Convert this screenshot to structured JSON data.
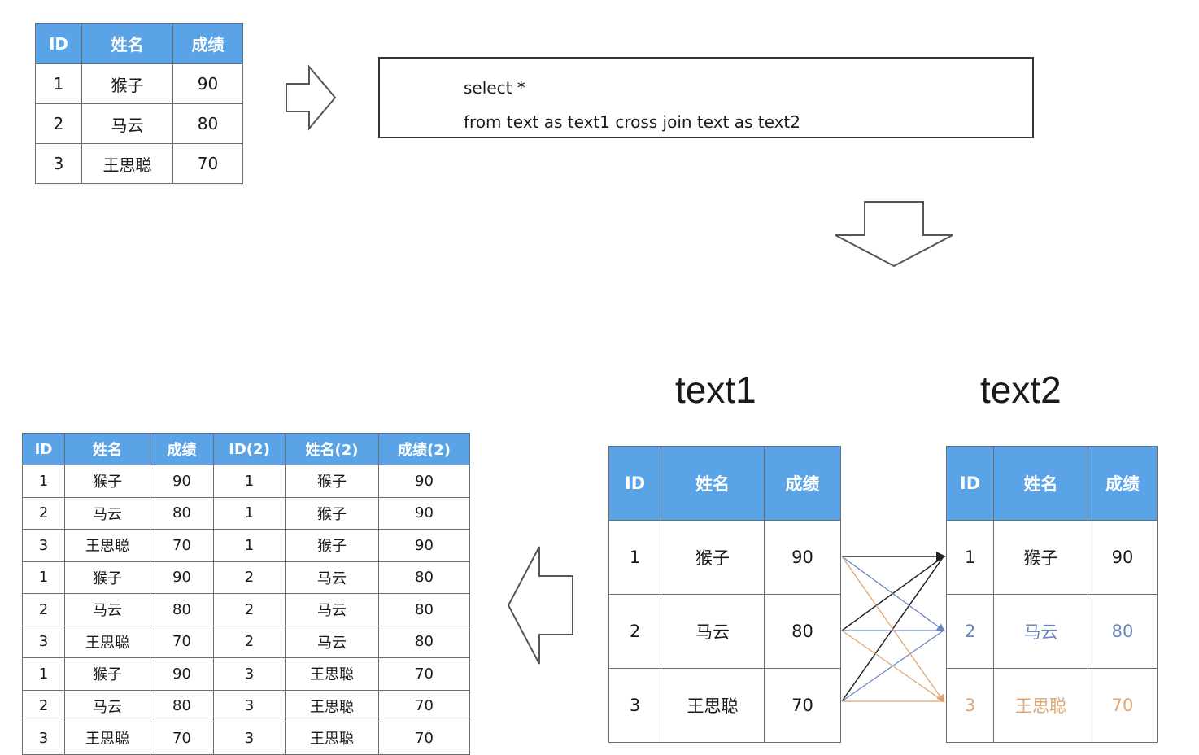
{
  "source_table": {
    "headers": [
      "ID",
      "姓名",
      "成绩"
    ],
    "rows": [
      [
        "1",
        "猴子",
        "90"
      ],
      [
        "2",
        "马云",
        "80"
      ],
      [
        "3",
        "王思聪",
        "70"
      ]
    ]
  },
  "sql": {
    "line1": "select *",
    "line2": "from text as text1 cross join text as text2"
  },
  "text1": {
    "title": "text1",
    "headers": [
      "ID",
      "姓名",
      "成绩"
    ],
    "rows": [
      [
        "1",
        "猴子",
        "90"
      ],
      [
        "2",
        "马云",
        "80"
      ],
      [
        "3",
        "王思聪",
        "70"
      ]
    ]
  },
  "text2": {
    "title": "text2",
    "headers": [
      "ID",
      "姓名",
      "成绩"
    ],
    "rows": [
      [
        "1",
        "猴子",
        "90"
      ],
      [
        "2",
        "马云",
        "80"
      ],
      [
        "3",
        "王思聪",
        "70"
      ]
    ]
  },
  "result_table": {
    "headers": [
      "ID",
      "姓名",
      "成绩",
      "ID(2)",
      "姓名(2)",
      "成绩(2)"
    ],
    "rows": [
      [
        "1",
        "猴子",
        "90",
        "1",
        "猴子",
        "90"
      ],
      [
        "2",
        "马云",
        "80",
        "1",
        "猴子",
        "90"
      ],
      [
        "3",
        "王思聪",
        "70",
        "1",
        "猴子",
        "90"
      ],
      [
        "1",
        "猴子",
        "90",
        "2",
        "马云",
        "80"
      ],
      [
        "2",
        "马云",
        "80",
        "2",
        "马云",
        "80"
      ],
      [
        "3",
        "王思聪",
        "70",
        "2",
        "马云",
        "80"
      ],
      [
        "1",
        "猴子",
        "90",
        "3",
        "王思聪",
        "70"
      ],
      [
        "2",
        "马云",
        "80",
        "3",
        "王思聪",
        "70"
      ],
      [
        "3",
        "王思聪",
        "70",
        "3",
        "王思聪",
        "70"
      ]
    ]
  },
  "colors": {
    "header_blue": "#5aa3e6",
    "link_black": "#222222",
    "link_blue": "#6a86c2",
    "link_orange": "#e0a570"
  }
}
